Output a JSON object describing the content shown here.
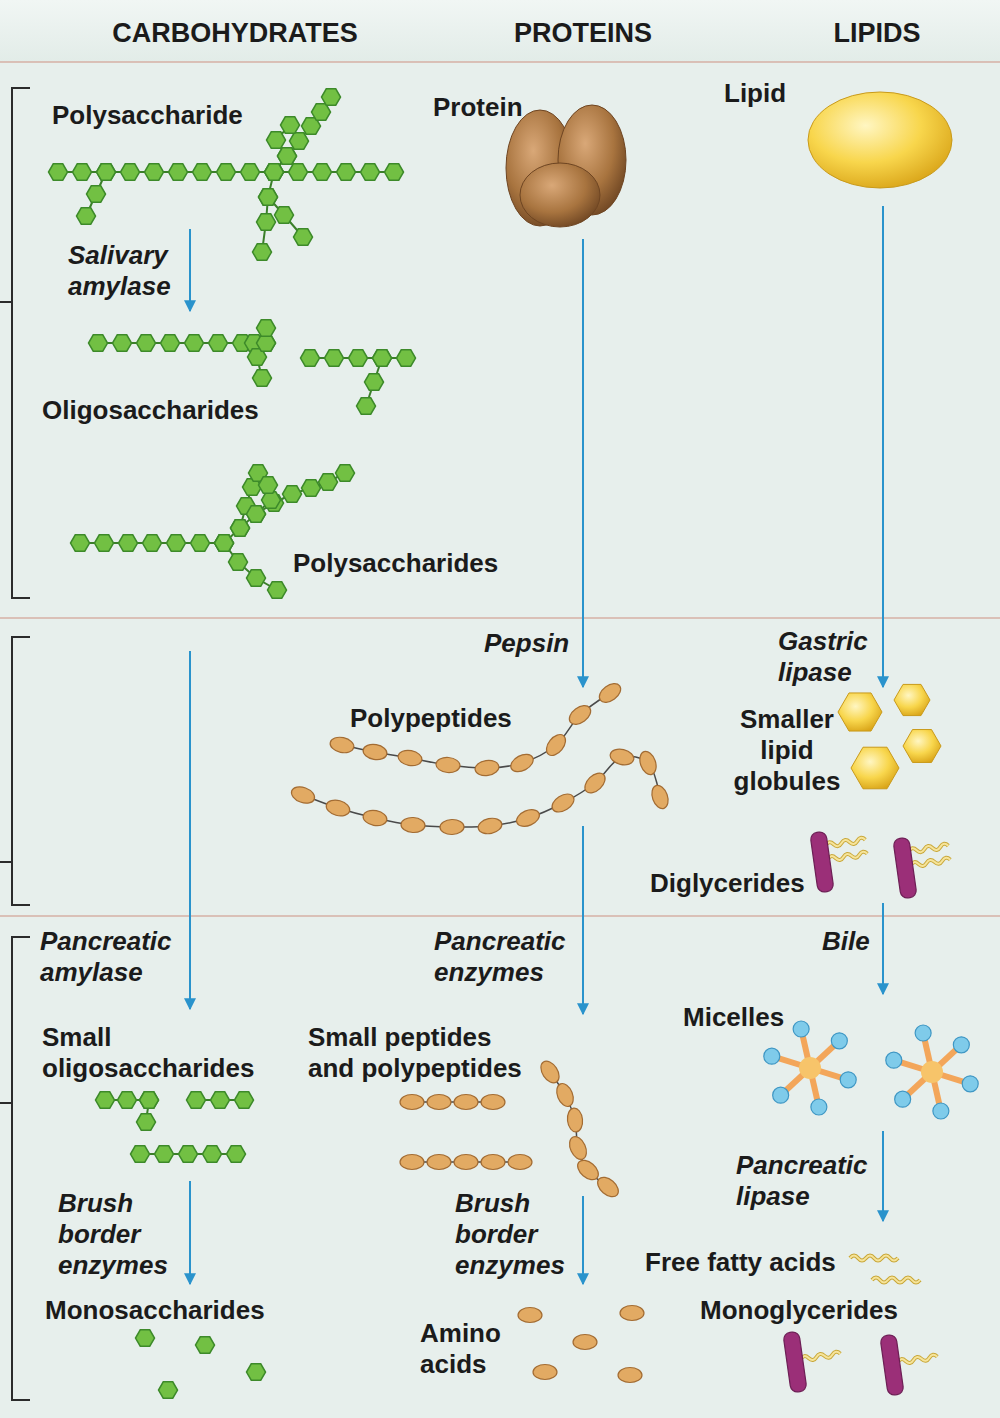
{
  "diagram": {
    "nodes": [
      {
        "text": [
          "Polysaccharide"
        ]
      },
      {
        "text": [
          "Protein"
        ]
      },
      {
        "text": [
          "Lipid"
        ]
      },
      {
        "text": [
          "Oligosaccharides"
        ]
      },
      {
        "text": [
          "Polysaccharides"
        ]
      },
      {
        "text": [
          "Polypeptides"
        ]
      },
      {
        "text": [
          "Smaller lipid globules"
        ]
      },
      {
        "text": [
          "Diglycerides"
        ]
      },
      {
        "text": [
          "Small oligosaccharides"
        ]
      },
      {
        "text": [
          "Small peptides and polypeptides"
        ]
      },
      {
        "text": [
          "Micelles"
        ]
      },
      {
        "text": [
          "Monosaccharides"
        ]
      },
      {
        "text": [
          "Amino acids"
        ]
      },
      {
        "text": [
          "Free fatty acids"
        ]
      },
      {
        "text": [
          "Monoglycerides"
        ]
      }
    ],
    "edges": [
      {
        "from": 0,
        "to": 3,
        "label": "Salivary amylase",
        "arrow": "to"
      },
      {
        "from": 4,
        "to": 8,
        "label": "Pancreatic amylase",
        "arrow": "to"
      },
      {
        "from": 8,
        "to": 11,
        "label": "Brush border enzymes",
        "arrow": "to"
      },
      {
        "from": 1,
        "to": 5,
        "label": "Pepsin",
        "arrow": "to"
      },
      {
        "from": 5,
        "to": 9,
        "label": "Pancreatic enzymes",
        "arrow": "to"
      },
      {
        "from": 9,
        "to": 12,
        "label": "Brush border enzymes",
        "arrow": "to"
      },
      {
        "from": 2,
        "to": 6,
        "label": "Gastric lipase",
        "arrow": "to"
      },
      {
        "from": 7,
        "to": 10,
        "label": "Bile",
        "arrow": "to"
      },
      {
        "from": 10,
        "to": 13,
        "label": "Pancreatic lipase",
        "arrow": "to"
      }
    ],
    "labels": [
      "CARBOHYDRATES",
      "PROTEINS",
      "LIPIDS"
    ]
  }
}
